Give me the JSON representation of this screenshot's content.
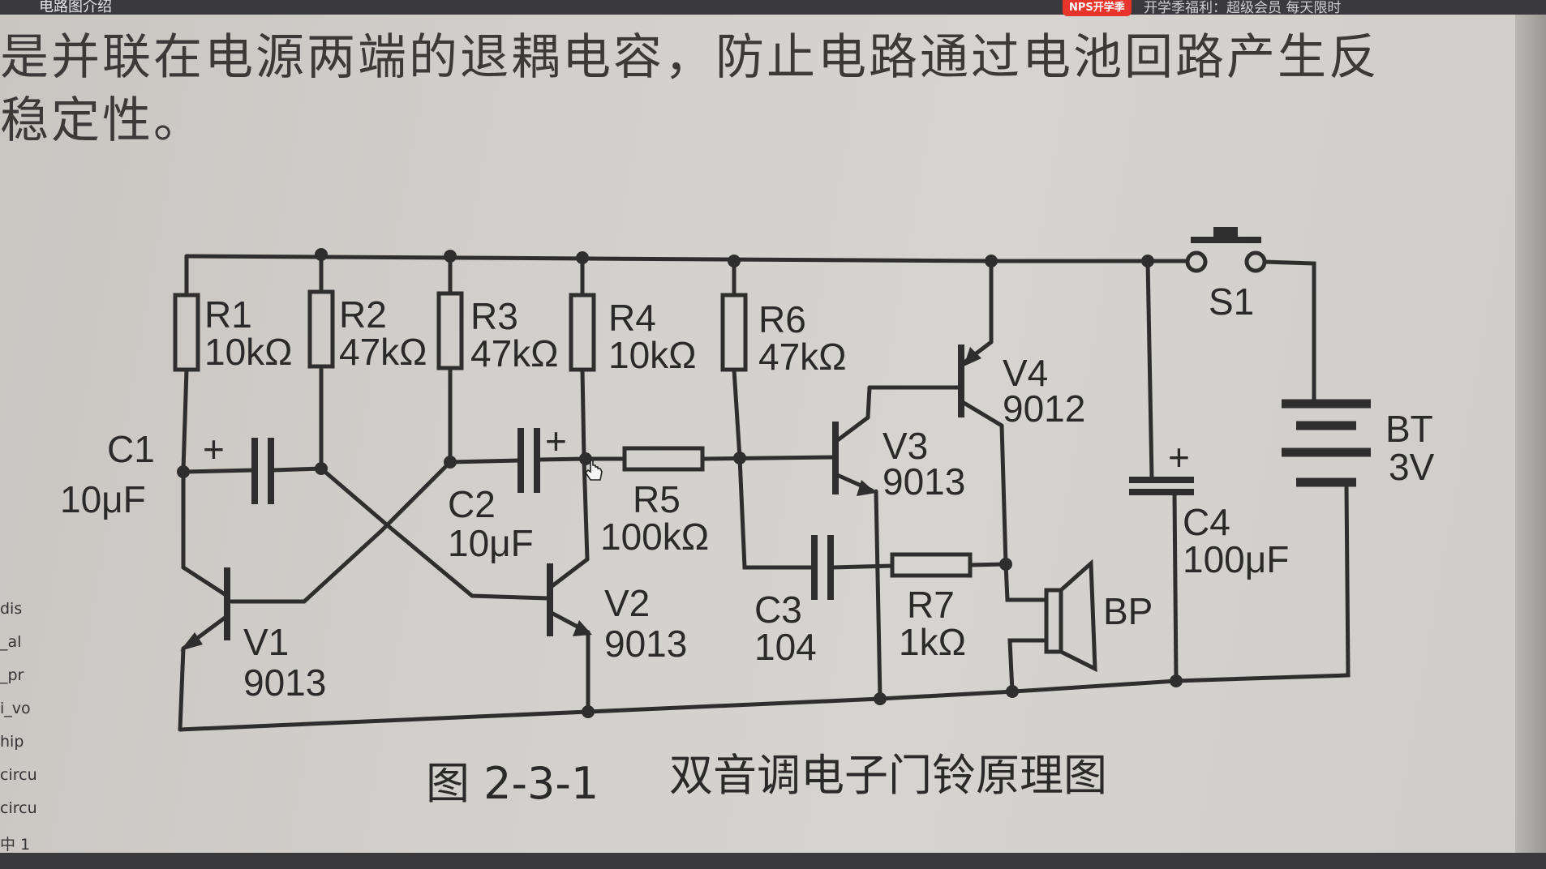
{
  "topbar": {
    "title": "电路图介绍",
    "badge": "NPS开学季",
    "marquee": "开学季福利：超级会员 每天限时"
  },
  "body_text": {
    "line1": "是并联在电源两端的退耦电容，防止电路通过电池回路产生反",
    "line2": "稳定性。"
  },
  "left_strip": [
    "dis",
    "_al",
    "_pr",
    "i_vo",
    "hip",
    "circu",
    "circu",
    "中 1"
  ],
  "components": {
    "r1": {
      "name": "R1",
      "value": "10kΩ"
    },
    "r2": {
      "name": "R2",
      "value": "47kΩ"
    },
    "r3": {
      "name": "R3",
      "value": "47kΩ"
    },
    "r4": {
      "name": "R4",
      "value": "10kΩ"
    },
    "r6": {
      "name": "R6",
      "value": "47kΩ"
    },
    "r5": {
      "name": "R5",
      "value": "100kΩ"
    },
    "r7": {
      "name": "R7",
      "value": "1kΩ"
    },
    "c1": {
      "name": "C1",
      "value": "10μF"
    },
    "c2": {
      "name": "C2",
      "value": "10μF"
    },
    "c3": {
      "name": "C3",
      "value": "104"
    },
    "c4": {
      "name": "C4",
      "value": "100μF"
    },
    "v1": {
      "name": "V1",
      "value": "9013"
    },
    "v2": {
      "name": "V2",
      "value": "9013"
    },
    "v3": {
      "name": "V3",
      "value": "9013"
    },
    "v4": {
      "name": "V4",
      "value": "9012"
    },
    "s1": {
      "name": "S1"
    },
    "bt": {
      "name": "BT",
      "value": "3V"
    },
    "bp": {
      "name": "BP"
    },
    "plus": "+"
  },
  "caption": {
    "number": "图 2-3-1",
    "title": "双音调电子门铃原理图"
  },
  "colors": {
    "paper": "#d2d0cc",
    "ink": "#2e2e2e",
    "badge": "#e8342a"
  }
}
